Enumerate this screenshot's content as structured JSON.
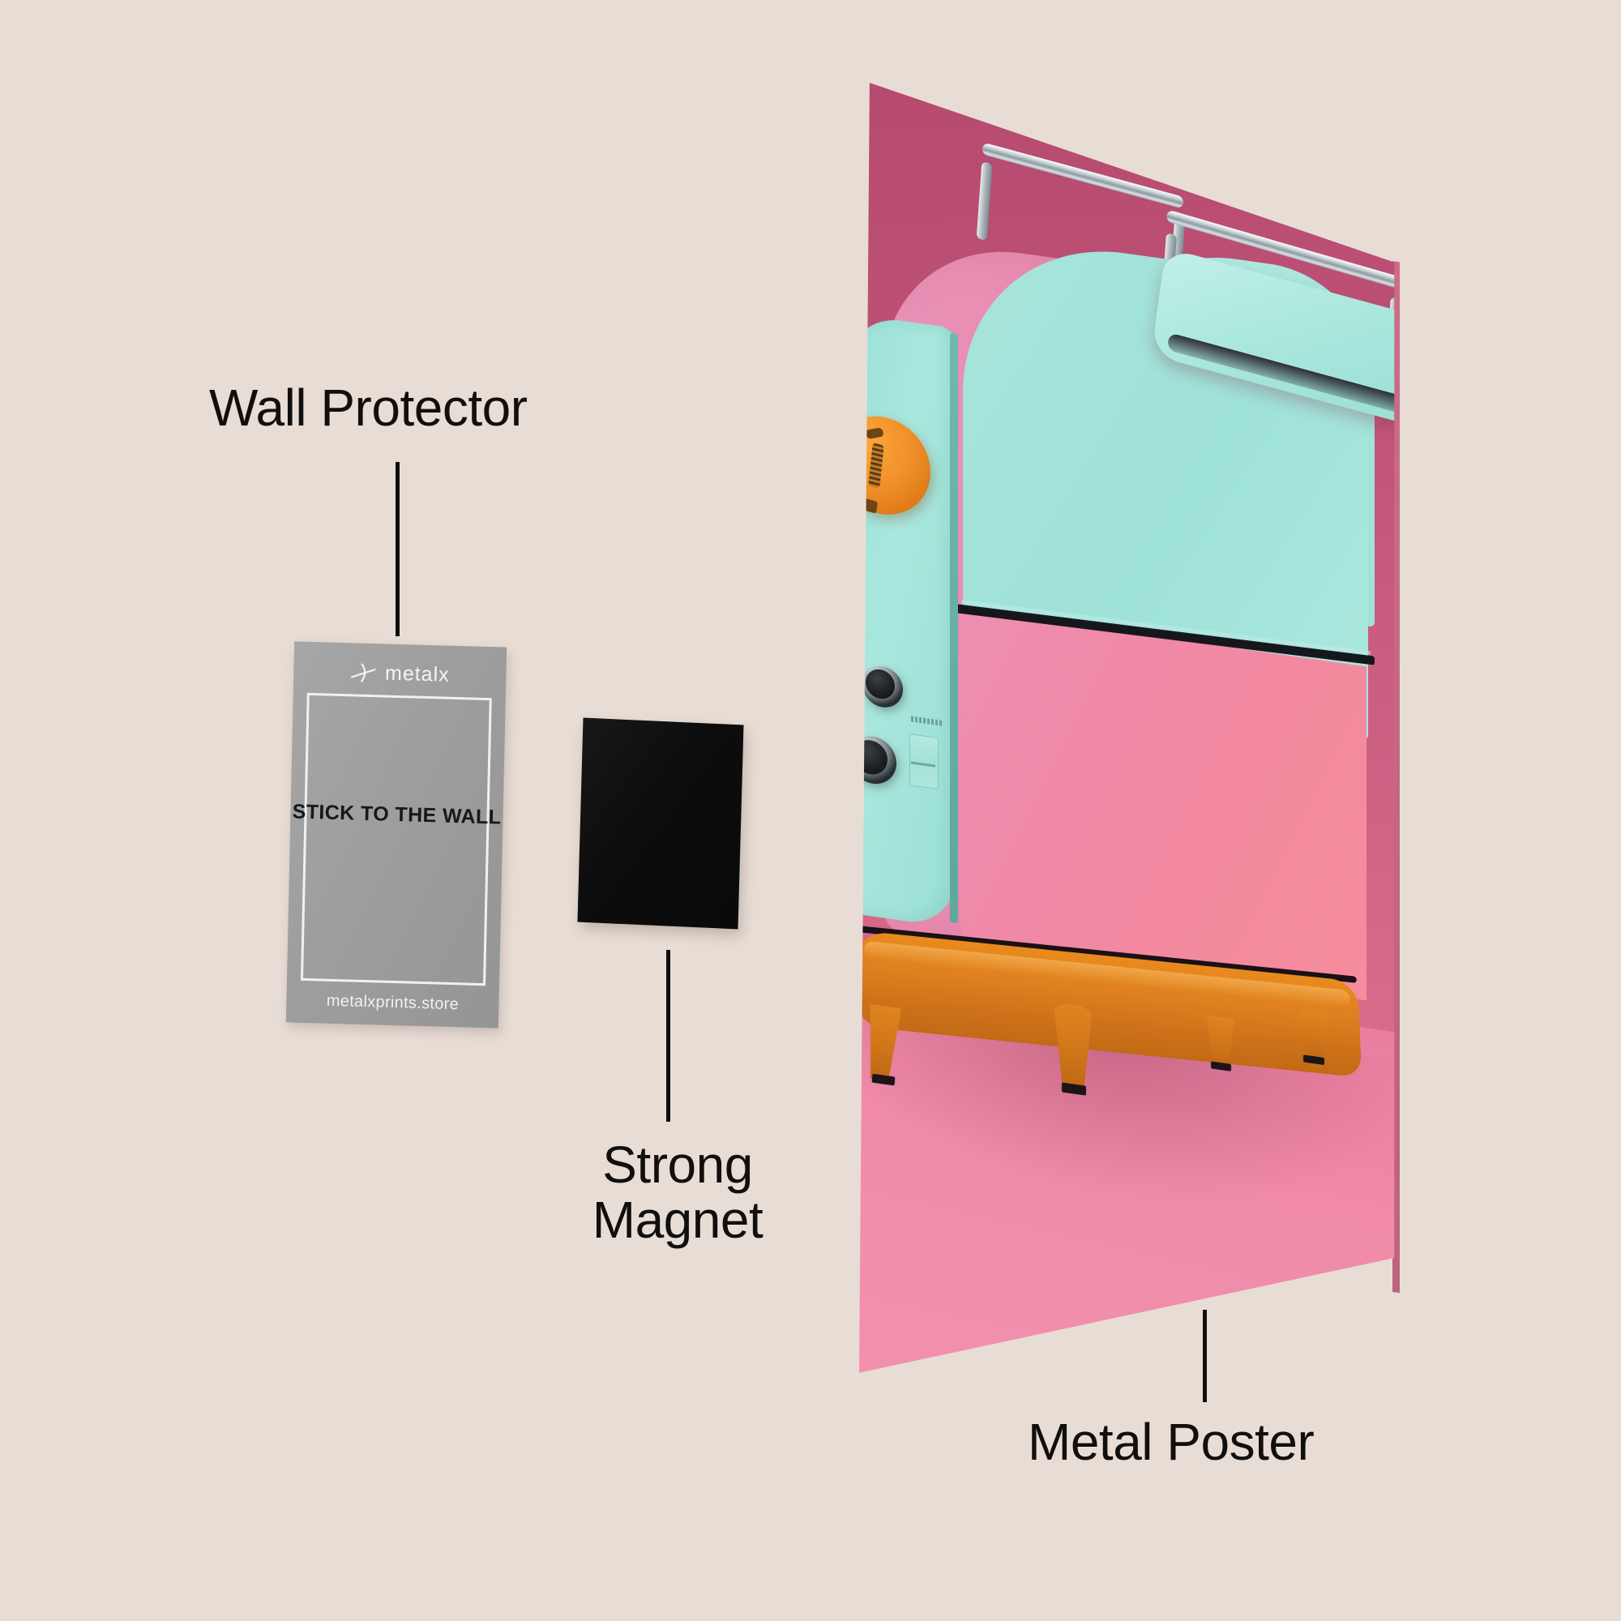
{
  "page": {
    "background_color": "#E8DDD5",
    "text_color": "#100F0E"
  },
  "callouts": [
    {
      "id": "wall-protector",
      "label": "Wall Protector"
    },
    {
      "id": "strong-magnet",
      "label": "Strong\nMagnet"
    },
    {
      "id": "metal-poster",
      "label": "Metal Poster"
    }
  ],
  "wall_protector_card": {
    "background_color": "#9D9D9D",
    "logo_wordmark": "metalx",
    "logo_icon": "metalx-cross-icon",
    "center_text": "STICK TO THE WALL",
    "url": "metalxprints.store",
    "frame_color": "#F1F1F1"
  },
  "strong_magnet": {
    "color": "#0A0A0A",
    "shape": "square"
  },
  "metal_poster": {
    "artwork_subject": "retro pastel toaster appliance",
    "wall_color": "#BE5276",
    "floor_color": "#F08BA8",
    "body_pink": "#E98FB3",
    "body_mint": "#A3E3D9",
    "base_orange": "#DE8020",
    "dial_orange": "#F2912A",
    "seam_color": "#16171C",
    "chrome_color": "#C8D2D6"
  }
}
